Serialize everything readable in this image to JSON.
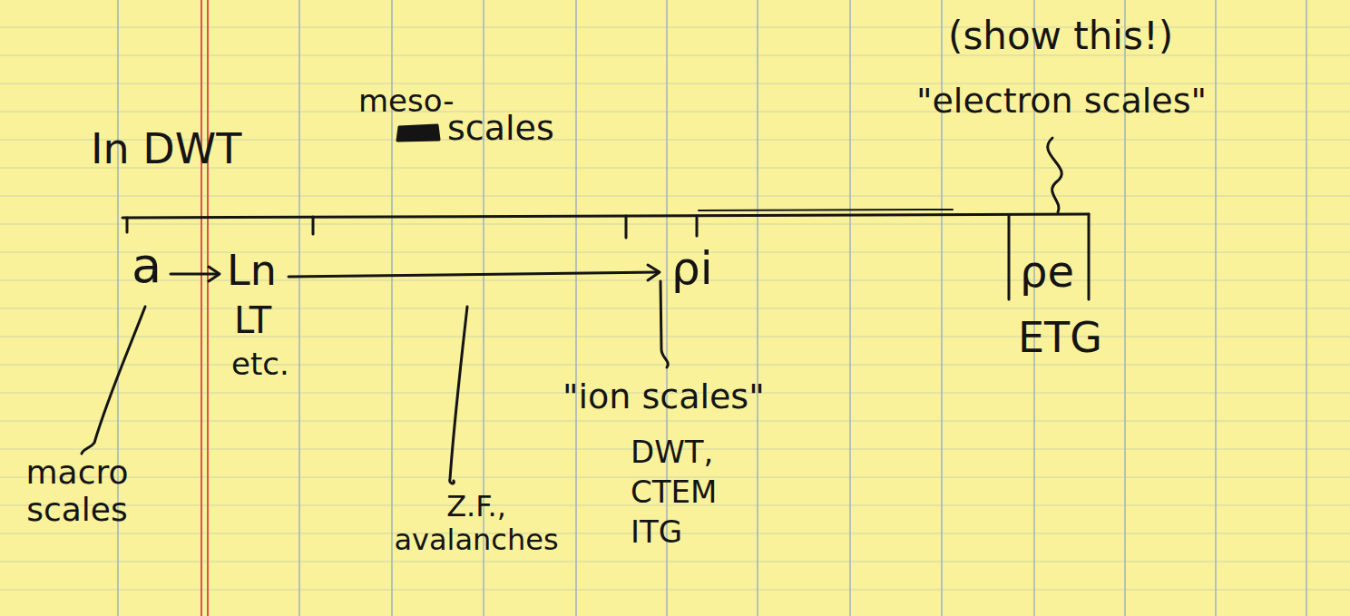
{
  "diagram": {
    "labels": [
      "In DWT",
      "meso-",
      "scales",
      "(show this!)",
      "\"electron scales\"",
      "a",
      "Ln",
      "LT",
      "etc.",
      "ρi",
      "\"ion scales\"",
      "DWT, CTEM ITG",
      "ρe",
      "ETG",
      "macro scales",
      "Z.F., avalanches"
    ]
  }
}
